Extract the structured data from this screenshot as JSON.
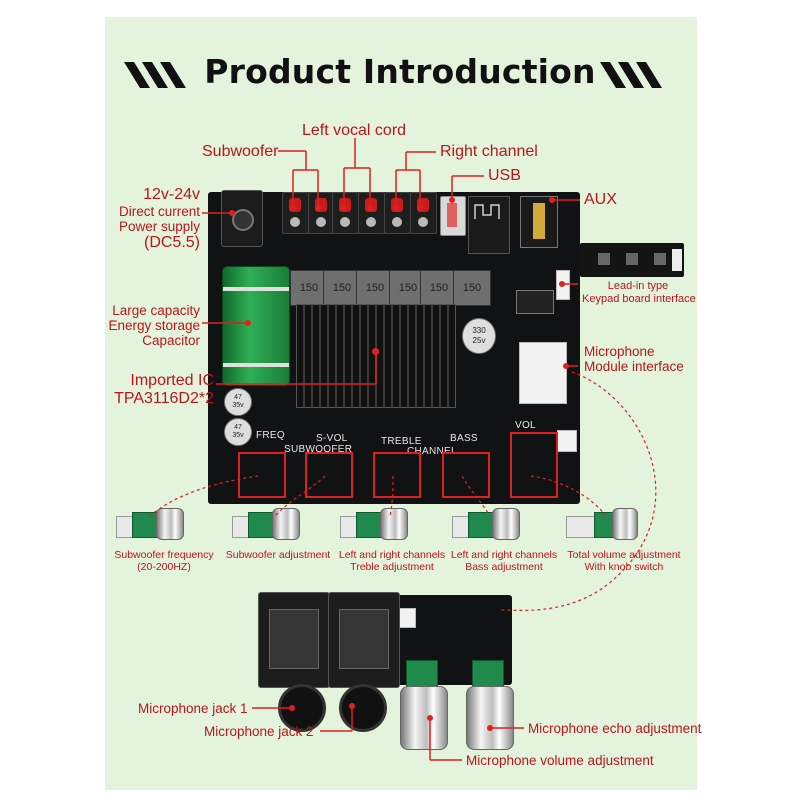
{
  "title": "Product Introduction",
  "labels": {
    "left_vocal_cord": "Left vocal cord",
    "subwoofer": "Subwoofer",
    "right_channel": "Right channel",
    "usb": "USB",
    "aux": "AUX",
    "power_line1": "12v-24v",
    "power_line2": "Direct current",
    "power_line3": "Power supply",
    "power_line4": "(DC5.5)",
    "capacitor_line1": "Large capacity",
    "capacitor_line2": "Energy storage",
    "capacitor_line3": "Capacitor",
    "ic_line1": "Imported IC",
    "ic_line2": "TPA3116D2*2",
    "keypad_line1": "Lead-in type",
    "keypad_line2": "Keypad board interface",
    "mic_module_line1": "Microphone",
    "mic_module_line2": "Module interface",
    "mic_jack1": "Microphone jack 1",
    "mic_jack2": "Microphone jack 2",
    "mic_echo": "Microphone echo adjustment",
    "mic_volume": "Microphone volume adjustment"
  },
  "captions": [
    {
      "line1": "Subwoofer frequency",
      "line2": "(20-200HZ)"
    },
    {
      "line1": "Subwoofer adjustment",
      "line2": ""
    },
    {
      "line1": "Left and right channels",
      "line2": "Treble adjustment"
    },
    {
      "line1": "Left and right channels",
      "line2": "Bass adjustment"
    },
    {
      "line1": "Total volume adjustment",
      "line2": "With knob switch"
    }
  ],
  "silkscreen": {
    "freq": "FREQ",
    "s_vol": "S-VOL",
    "subwoofer": "SUBWOOFER",
    "treble": "TREBLE",
    "channel": "CHANNEL",
    "bass": "BASS",
    "vol": "VOL",
    "inductor": "150",
    "cap_a": "47",
    "cap_b": "35v",
    "cap_c": "330",
    "cap_d": "25v"
  },
  "colors": {
    "panel": "#e3f3dc",
    "label": "#b8161c",
    "board": "#101214",
    "highlight": "#e02020"
  }
}
